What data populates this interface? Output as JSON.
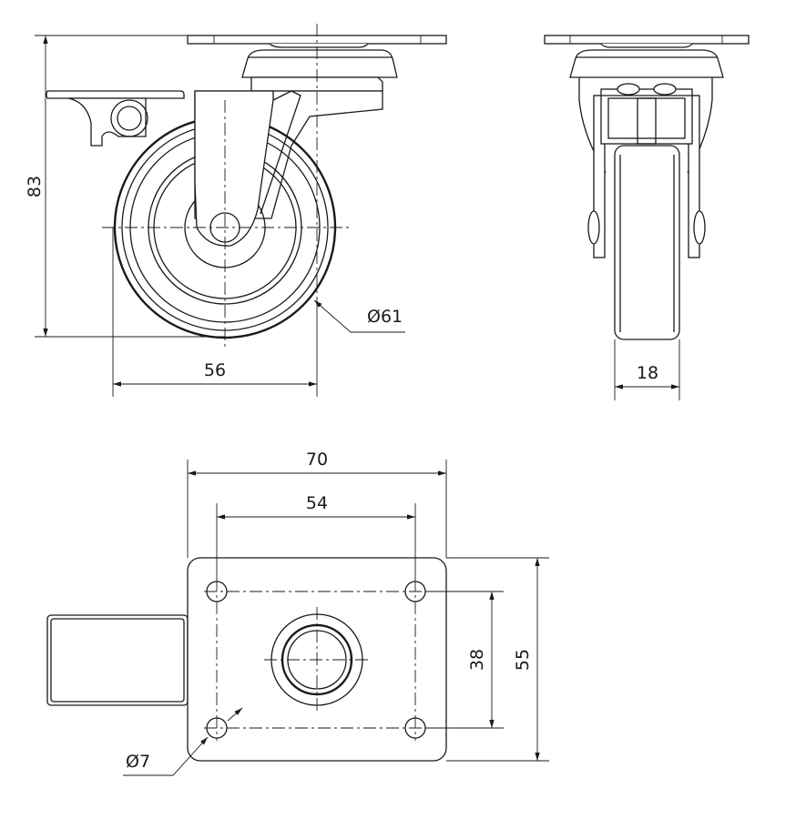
{
  "drawing": {
    "title": "Swivel castor with brake — dimension drawing",
    "line_color": "#1a1a1a",
    "background": "#ffffff"
  },
  "dimensions": {
    "overall_height": "83",
    "wheel_diameter": "Ø61",
    "offset": "56",
    "wheel_width": "18",
    "plate_width": "70",
    "hole_spacing_x": "54",
    "hole_spacing_y": "38",
    "plate_length": "55",
    "hole_diameter": "Ø7"
  }
}
